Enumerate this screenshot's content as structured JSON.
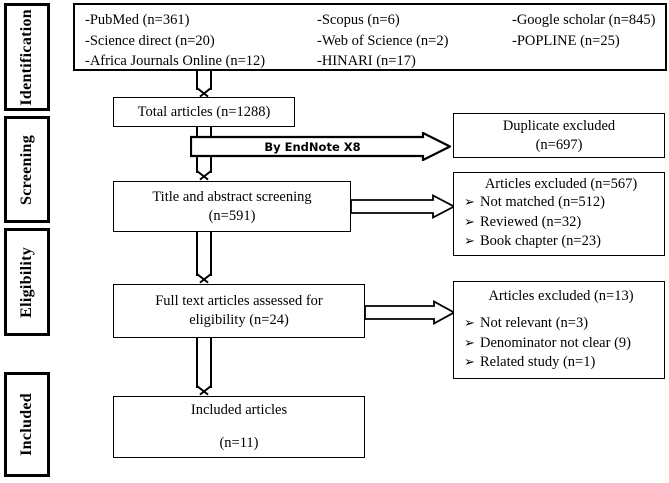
{
  "stages": [
    {
      "label": "Identification"
    },
    {
      "label": "Screening"
    },
    {
      "label": "Eligibility"
    },
    {
      "label": "Included"
    }
  ],
  "sources": {
    "column_1": [
      "-PubMed (n=361)",
      "-Science direct (n=20)",
      "-Africa Journals Online (n=12)"
    ],
    "column_2": [
      "-Scopus (n=6)",
      "-Web of Science (n=2)",
      "-HINARI (n=17)"
    ],
    "column_3": [
      "-Google scholar (n=845)",
      "-POPLINE (n=25)"
    ]
  },
  "total_articles": {
    "line_1": "Total articles (n=1288)"
  },
  "dedup_arrow": {
    "label": "By EndNote X8"
  },
  "duplicate_excluded": {
    "line_1": "Duplicate excluded",
    "line_2": "(n=697)"
  },
  "title_abstract_screening": {
    "line_1": "Title and abstract screening",
    "line_2": "(n=591)"
  },
  "screening_excluded": {
    "title": "Articles excluded (n=567)",
    "bullet_glyph": "➢",
    "items": [
      "Not matched (n=512)",
      "Reviewed (n=32)",
      "Book chapter (n=23)"
    ]
  },
  "full_text_assessed": {
    "line_1": "Full text articles assessed for",
    "line_2": "eligibility (n=24)"
  },
  "eligibility_excluded": {
    "title": "Articles excluded (n=13)",
    "bullet_glyph": "➢",
    "items": [
      "Not relevant (n=3)",
      "Denominator not clear (9)",
      "Related study (n=1)"
    ]
  },
  "included_articles": {
    "line_1": "Included articles",
    "line_2": "(n=11)"
  },
  "colors": {
    "stroke": "#000000",
    "background": "#ffffff"
  }
}
